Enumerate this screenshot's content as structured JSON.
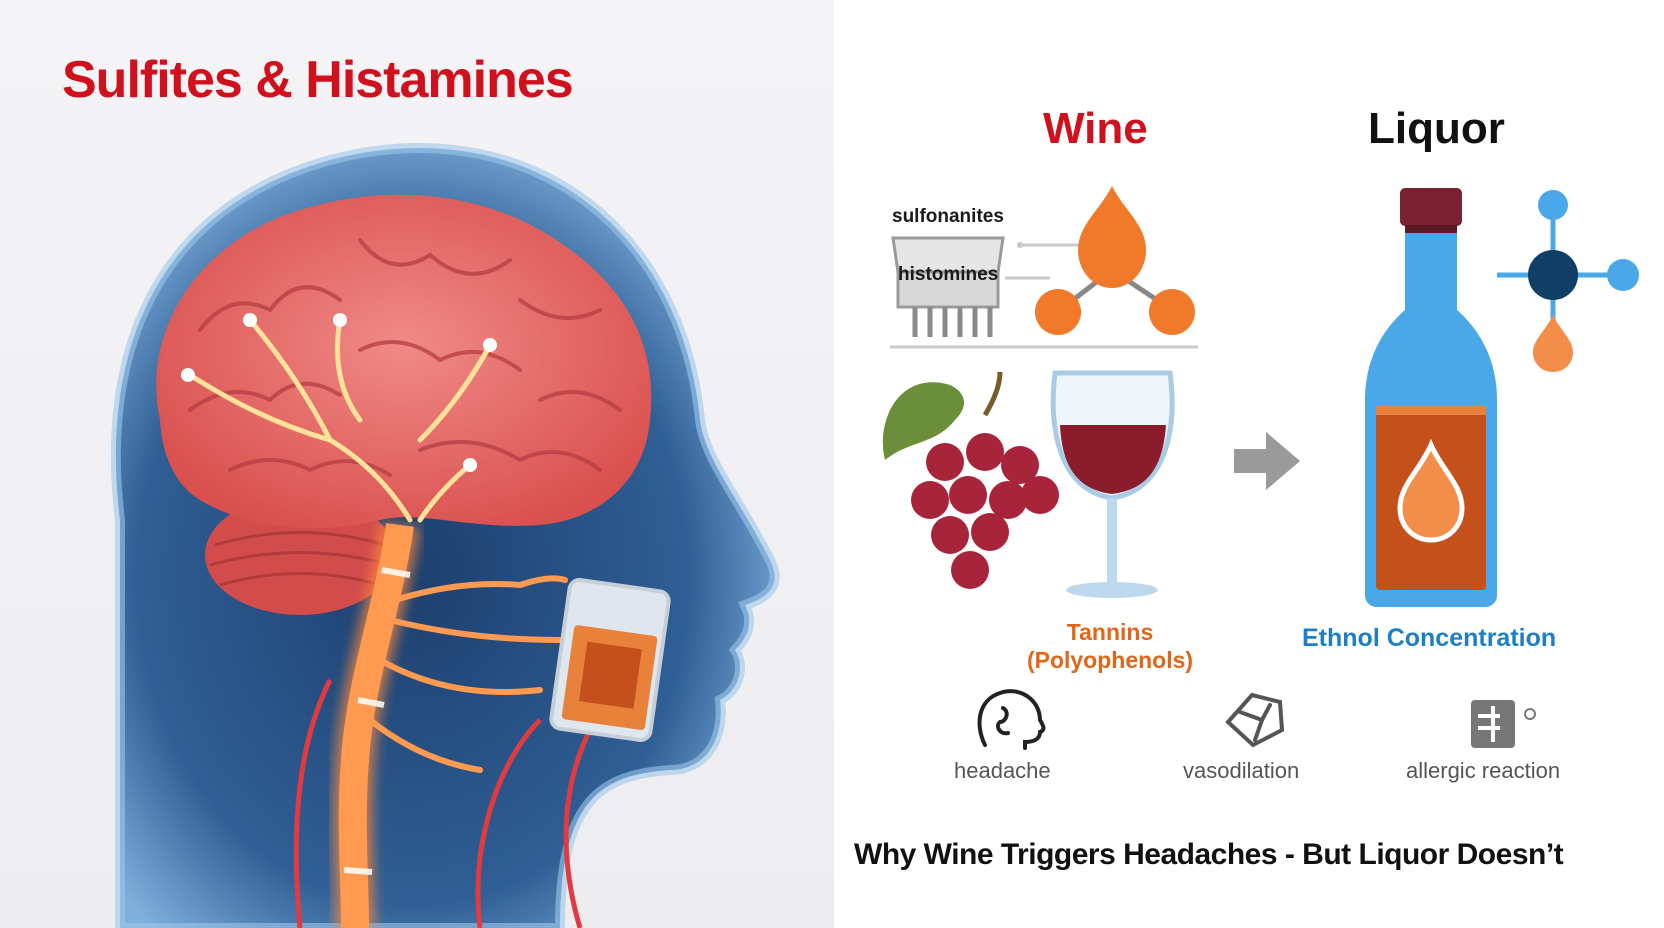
{
  "left_panel": {
    "title": "Sulfites & Histamines"
  },
  "right_panel": {
    "wine_heading": "Wine",
    "liquor_heading": "Liquor",
    "filter_labels": {
      "top": "sulfonanites",
      "bottom": "histomines"
    },
    "tannins_label_line1": "Tannins",
    "tannins_label_line2": "(Polyophenols)",
    "ethanol_label": "Ethnol Concentration",
    "effects": [
      {
        "label": "headache",
        "icon": "head-profile-icon"
      },
      {
        "label": "vasodilation",
        "icon": "vessel-icon"
      },
      {
        "label": "allergic reaction",
        "icon": "allergy-icon"
      }
    ],
    "caption": "Why Wine Triggers Headaches - But Liquor Doesn’t"
  },
  "colors": {
    "accent_red": "#d0101c",
    "brain_pink": "#e8676a",
    "head_blue": "#2f5f95",
    "nerve_orange": "#ff8a3c",
    "tannin_orange": "#e0661a",
    "ethanol_blue": "#1e7fc8",
    "wine_red": "#8b1c2b",
    "bottle_blue": "#4aa8e8"
  }
}
